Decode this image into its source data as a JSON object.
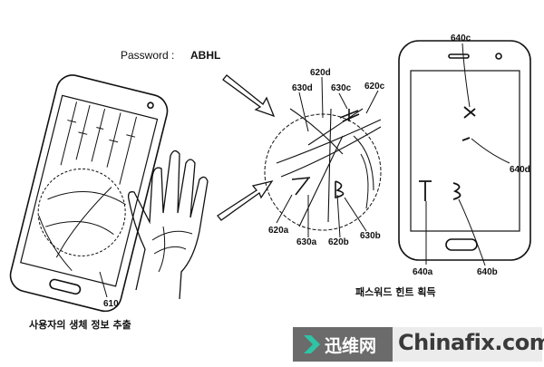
{
  "password": {
    "label": "Password :",
    "value": "ABHL"
  },
  "labels": {
    "l610": "610",
    "l620a": "620a",
    "l620b": "620b",
    "l620c": "620c",
    "l620d": "620d",
    "l630a": "630a",
    "l630b": "630b",
    "l630c": "630c",
    "l630d": "630d",
    "l640a": "640a",
    "l640b": "640b",
    "l640c": "640c",
    "l640d": "640d"
  },
  "captions": {
    "left": "사용자의 생체 정보 추출",
    "right": "패스워드 힌트 획득"
  },
  "hint_glyphs": {
    "a": "T",
    "b": "B"
  },
  "watermark": {
    "cn": "迅维网",
    "en": "Chinafix.com",
    "accent": "#2ec4a6"
  }
}
